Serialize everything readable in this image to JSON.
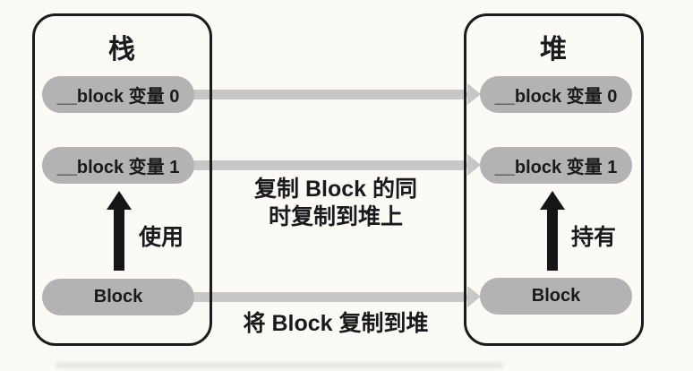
{
  "figure": {
    "stack": {
      "title": "栈",
      "items": [
        {
          "label": "__block 变量 0"
        },
        {
          "label": "__block 变量 1"
        },
        {
          "label": "Block"
        }
      ],
      "vertical_arrow_label": "使用"
    },
    "heap": {
      "title": "堆",
      "items": [
        {
          "label": "__block 变量 0"
        },
        {
          "label": "__block 变量 1"
        },
        {
          "label": "Block"
        }
      ],
      "vertical_arrow_label": "持有"
    },
    "annotations": {
      "copy_note_line1": "复制 Block 的同",
      "copy_note_line2": "时复制到堆上",
      "bottom_note": "将 Block 复制到堆"
    }
  },
  "colors": {
    "background": "#fbfaf7",
    "box_border": "#1b1b1b",
    "pill_bg": "#b3b3b3",
    "arrow_gray": "#c7c7c7",
    "arrow_black": "#151515",
    "text": "#1a1a1a"
  }
}
